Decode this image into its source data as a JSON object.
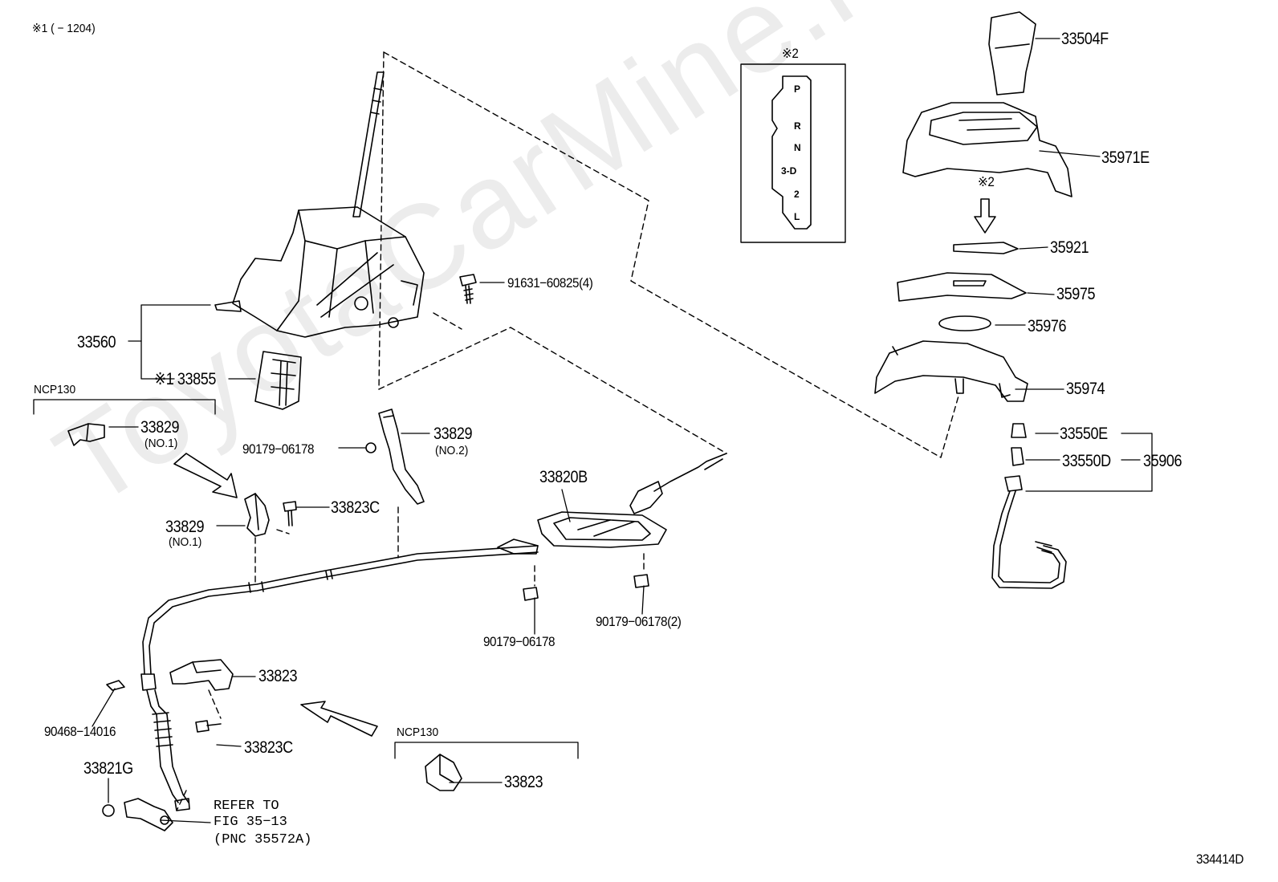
{
  "watermark": "ToyotaCarMine.ru",
  "footnote_1": "※1 (      − 1204)",
  "figure_id": "334414D",
  "inset": {
    "title": "※2",
    "gate_positions": [
      "P",
      "R",
      "N",
      "3-D",
      "2",
      "L"
    ]
  },
  "arrow_note": "※2",
  "group_ncp130_top": "NCP130",
  "group_ncp130_bottom": "NCP130",
  "parts": {
    "p33504F": "33504F",
    "p35971E": "35971E",
    "p35921": "35921",
    "p35975": "35975",
    "p35976": "35976",
    "p35974": "35974",
    "p33550E": "33550E",
    "p33550D": "33550D",
    "p35906": "35906",
    "p91631": "91631−60825(4)",
    "p33560": "33560",
    "p33855": "※1 33855",
    "p33829_a": "33829",
    "p33829_a_sub": "(NO.1)",
    "p33829_b": "33829",
    "p33829_b_sub": "(NO.2)",
    "p33829_c": "33829",
    "p33829_c_sub": "(NO.1)",
    "p90179_a": "90179−06178",
    "p33823C_a": "33823C",
    "p33820B": "33820B",
    "p90179_b": "90179−06178",
    "p90179_c": "90179−06178(2)",
    "p33823_a": "33823",
    "p90468": "90468−14016",
    "p33823C_b": "33823C",
    "p33821G": "33821G",
    "p33823_b": "33823",
    "refer_1": "REFER TO",
    "refer_2": "FIG 35−13",
    "refer_3": "(PNC 35572A)"
  }
}
